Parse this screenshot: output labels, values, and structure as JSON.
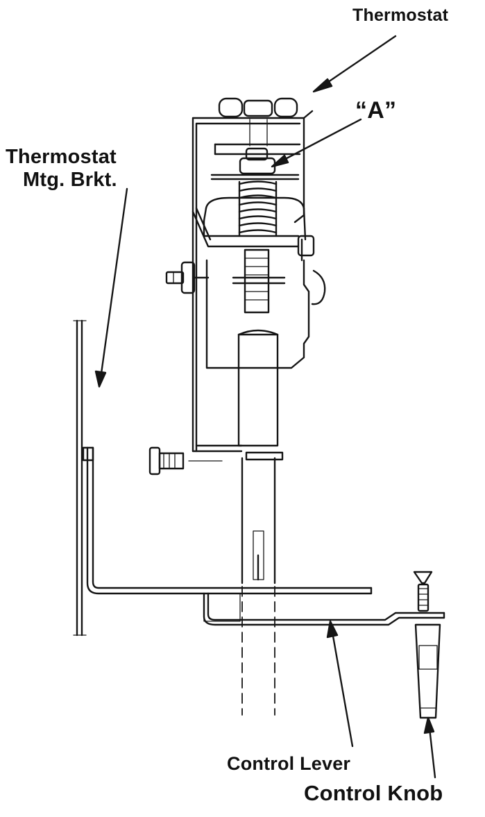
{
  "labels": {
    "thermostat": "Thermostat",
    "point_a": "“A”",
    "mounting_bracket_line1": "Thermostat",
    "mounting_bracket_line2": "Mtg. Brkt.",
    "control_lever": "Control Lever",
    "control_knob": "Control Knob"
  },
  "colors": {
    "ink": "#151515",
    "paper": "#ffffff"
  }
}
